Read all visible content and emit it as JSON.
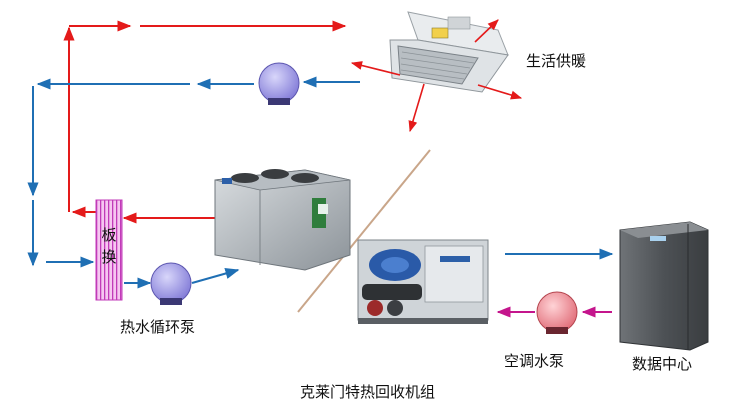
{
  "labels": {
    "heating": "生活供暖",
    "plate_hx_line1": "板",
    "plate_hx_line2": "换",
    "hot_water_pump": "热水循环泵",
    "heat_recovery_unit": "克莱门特热回收机组",
    "ac_water_pump": "空调水泵",
    "data_center": "数据中心"
  },
  "colors": {
    "supply_line": "#e41a1a",
    "return_line": "#1f6fb4",
    "chiller_loop": "#c4158c",
    "pump_body": "#9e99e6",
    "ac_pump_body": "#ee8a93",
    "plate_hx": "#ee9be6",
    "divider": "#c9a68a"
  }
}
